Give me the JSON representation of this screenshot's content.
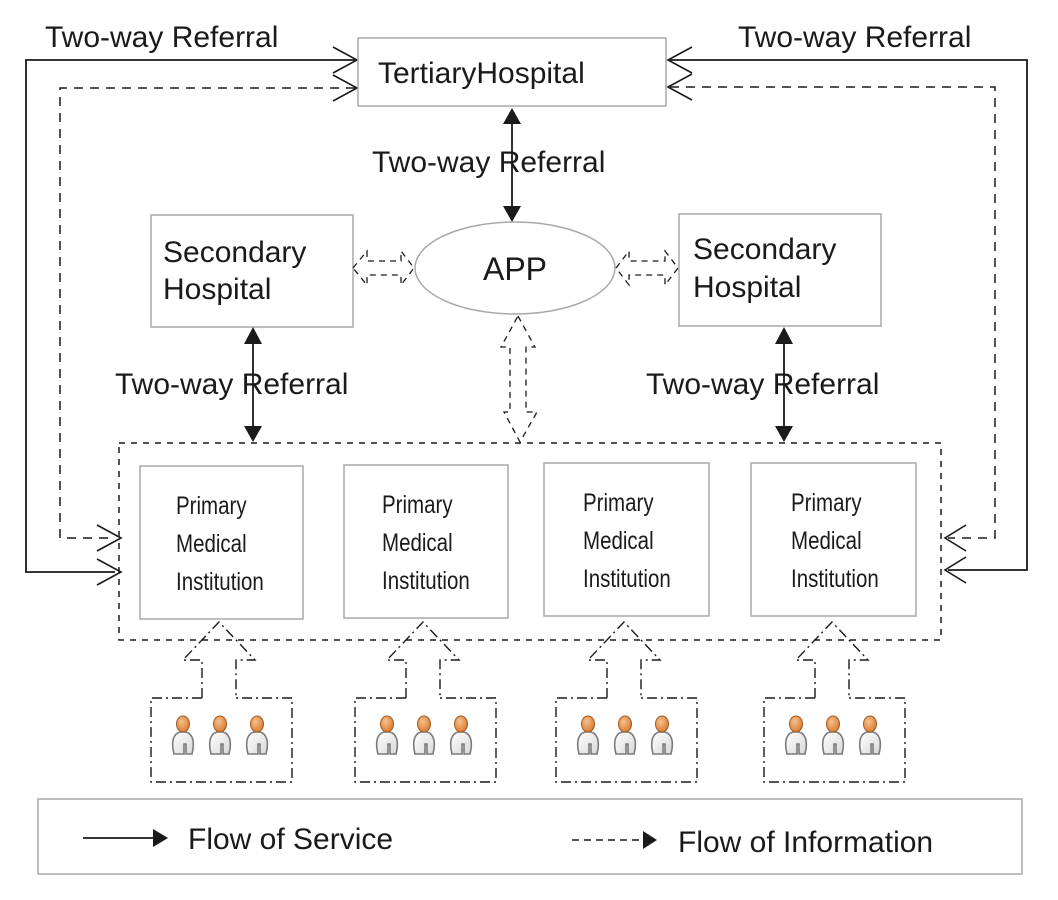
{
  "diagram": {
    "tertiary": {
      "label": "TertiaryHospital"
    },
    "referral_label": "Two-way Referral",
    "app": {
      "label": "APP"
    },
    "secondary_left": {
      "line1": "Secondary",
      "line2": "Hospital"
    },
    "secondary_right": {
      "line1": "Secondary",
      "line2": "Hospital"
    },
    "primary_institutions": [
      {
        "line1": "Primary",
        "line2": "Medical",
        "line3": "Institution"
      },
      {
        "line1": "Primary",
        "line2": "Medical",
        "line3": "Institution"
      },
      {
        "line1": "Primary",
        "line2": "Medical",
        "line3": "Institution"
      },
      {
        "line1": "Primary",
        "line2": "Medical",
        "line3": "Institution"
      }
    ],
    "patient_groups": [
      {
        "count": 3,
        "icon": "person-icon"
      },
      {
        "count": 3,
        "icon": "person-icon"
      },
      {
        "count": 3,
        "icon": "person-icon"
      },
      {
        "count": 3,
        "icon": "person-icon"
      }
    ],
    "colors": {
      "person_head": "#e8944a",
      "person_body": "#f2f2f2",
      "box_border": "#a8a8a8",
      "line": "#1a1a1a"
    }
  },
  "legend": {
    "service_label": "Flow of Service",
    "information_label": "Flow of Information"
  }
}
